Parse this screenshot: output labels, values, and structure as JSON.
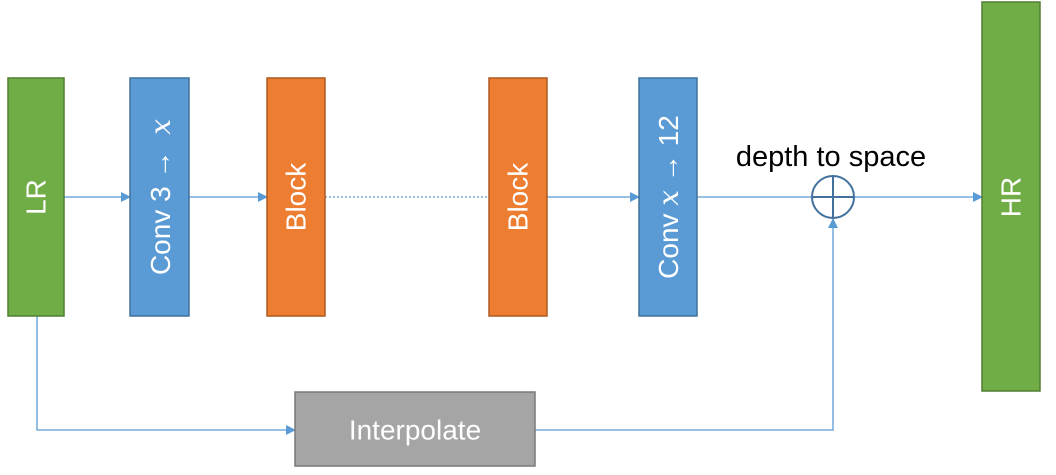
{
  "nodes": {
    "lr": {
      "label": "LR"
    },
    "conv_in": {
      "label": "Conv 3 ",
      "arrow": "→",
      "math": "x"
    },
    "block_1": {
      "label": "Block"
    },
    "block_2": {
      "label": "Block"
    },
    "conv_out": {
      "label": "Conv ",
      "math": "x",
      "arrow": " → ",
      "suffix": "12"
    },
    "hr": {
      "label": "HR"
    },
    "interpolate": {
      "label": "Interpolate"
    },
    "combine": {
      "label": "depth to space"
    }
  },
  "colors": {
    "green": "#70ad47",
    "green_border": "#507e32",
    "blue": "#5b9bd5",
    "blue_border": "#41719c",
    "orange": "#ed7d31",
    "orange_border": "#ae5a21",
    "gray": "#a5a5a5",
    "gray_border": "#787878",
    "edge": "#5b9bd5"
  }
}
